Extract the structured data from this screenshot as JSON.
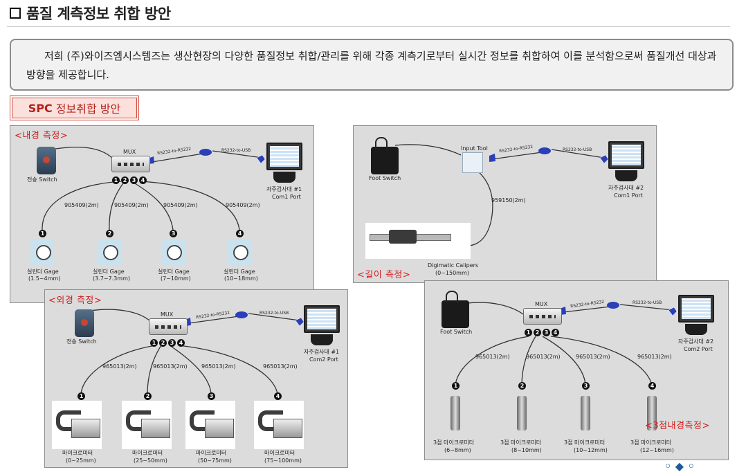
{
  "header": {
    "title": "품질 계측정보 취합 방안"
  },
  "intro": {
    "text": "저희 (주)와이즈엠시스템즈는  생산현장의 다양한 품질정보 취합/관리를 위해  각종 계측기로부터 실시간 정보를 취합하여 이를 분석함으로써 품질개선 대상과 방향을 제공합니다."
  },
  "section": {
    "label_bold": "SPC",
    "label_rest": "정보취합 방안"
  },
  "common": {
    "mux": "MUX",
    "rs232": "RS232-to-RS232",
    "rs232usb": "RS232-to-USB",
    "input_tool": "Input Tool",
    "nums": [
      "1",
      "2",
      "3",
      "4"
    ]
  },
  "panel_inner": {
    "title": "<내경 측정>",
    "switch": "전송 Switch",
    "pc": "자주검사대 #1",
    "port": "Com1 Port",
    "cables": [
      "905409(2m)",
      "905409(2m)",
      "905409(2m)",
      "905409(2m)"
    ],
    "gauges": [
      {
        "name": "실린더 Gage",
        "range": "(1.5~4mm)"
      },
      {
        "name": "실린더 Gage",
        "range": "(3.7~7.3mm)"
      },
      {
        "name": "실린더 Gage",
        "range": "(7~10mm)"
      },
      {
        "name": "실린더 Gage",
        "range": "(10~18mm)"
      }
    ]
  },
  "panel_outer": {
    "title": "<외경 측정>",
    "switch": "전송 Switch",
    "pc": "자주검사대 #1",
    "port": "Com2 Port",
    "cables": [
      "965013(2m)",
      "965013(2m)",
      "965013(2m)",
      "965013(2m)"
    ],
    "gauges": [
      {
        "name": "마이크로미터",
        "range": "(0~25mm)"
      },
      {
        "name": "마이크로미터",
        "range": "(25~50mm)"
      },
      {
        "name": "마이크로미터",
        "range": "(50~75mm)"
      },
      {
        "name": "마이크로미터",
        "range": "(75~100mm)"
      }
    ]
  },
  "panel_length": {
    "title": "<길이 측정>",
    "switch": "Foot Switch",
    "pc": "자주검사대 #2",
    "port": "Com1 Port",
    "cable": "959150(2m)",
    "caliper": "Digimatic Calipers",
    "caliper_range": "(0~150mm)"
  },
  "panel_bore": {
    "title": "<3점내경측정>",
    "switch": "Foot Switch",
    "pc": "자주검사대 #2",
    "port": "Com2 Port",
    "cables": [
      "965013(2m)",
      "965013(2m)",
      "965013(2m)",
      "965013(2m)"
    ],
    "gauges": [
      {
        "name": "3점 마이크로미터",
        "range": "(6~8mm)"
      },
      {
        "name": "3점 마이크로미터",
        "range": "(8~10mm)"
      },
      {
        "name": "3점 마이크로미터",
        "range": "(10~12mm)"
      },
      {
        "name": "3점 마이크로미터",
        "range": "(12~16mm)"
      }
    ]
  },
  "colors": {
    "accent_red": "#d21e1e",
    "connector_blue": "#2a3fb8",
    "panel_bg": "#dcdcdc"
  }
}
